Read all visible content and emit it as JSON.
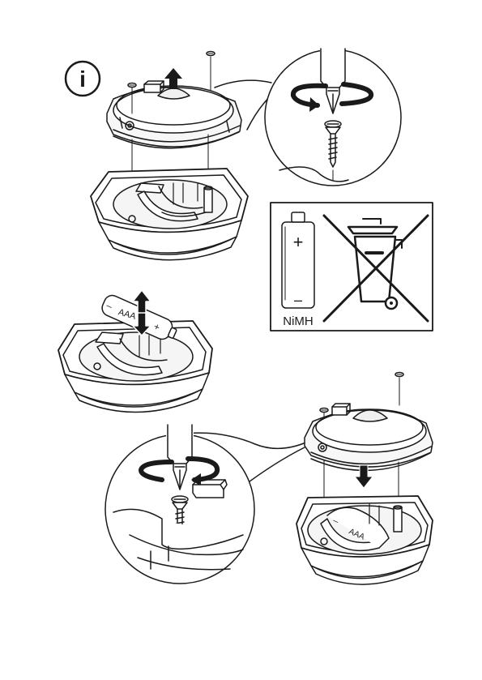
{
  "info": {
    "icon": "info-icon",
    "symbol": "i"
  },
  "panel_battery": {
    "plus": "+",
    "minus": "–",
    "chemistry": "NiMH"
  },
  "battery_top": {
    "label": "AAA",
    "plus": "+",
    "minus": "–"
  },
  "battery_bottom": {
    "label": "AAA",
    "minus": "–"
  },
  "colors": {
    "line": "#1a1a1a",
    "background": "#ffffff",
    "fill_light": "#f2f2f2",
    "fill_mid": "#dcdcdc"
  }
}
